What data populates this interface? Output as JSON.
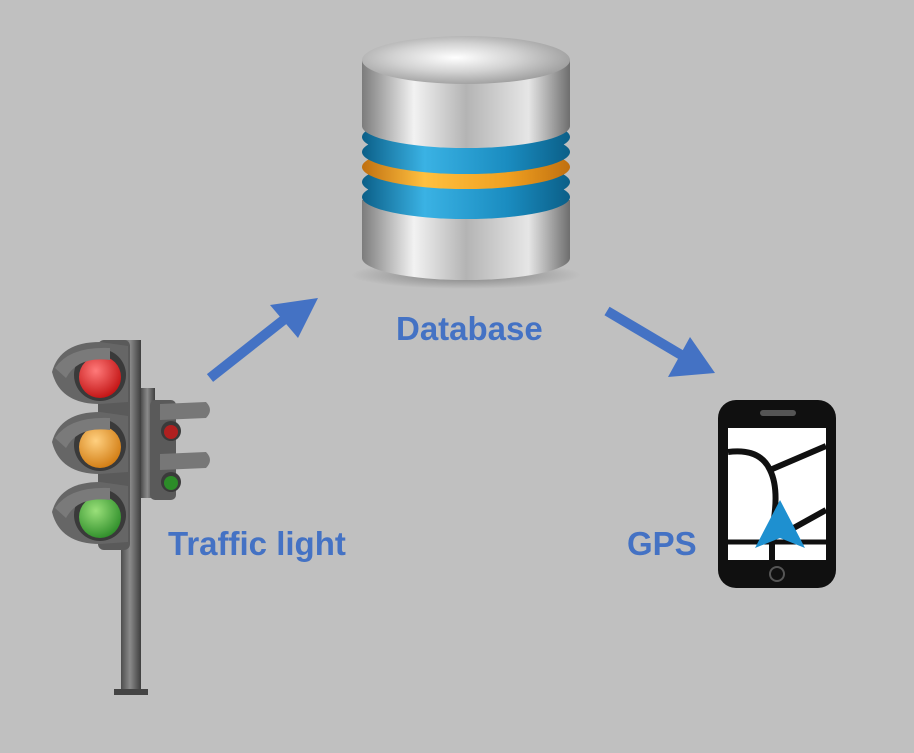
{
  "nodes": {
    "database": {
      "label": "Database",
      "icon": "database-icon"
    },
    "traffic_light": {
      "label": "Traffic light",
      "icon": "traffic-light-icon"
    },
    "gps": {
      "label": "GPS",
      "icon": "gps-phone-icon"
    }
  },
  "edges": [
    {
      "from": "traffic_light",
      "to": "database"
    },
    {
      "from": "database",
      "to": "gps"
    }
  ],
  "colors": {
    "background": "#c0c0c0",
    "label": "#4472c4",
    "arrow": "#4472c4",
    "db_ring_blue": "#1f8fc2",
    "db_ring_orange": "#f0a020",
    "light_red": "#e02020",
    "light_amber": "#f0a030",
    "light_green": "#40b040"
  }
}
